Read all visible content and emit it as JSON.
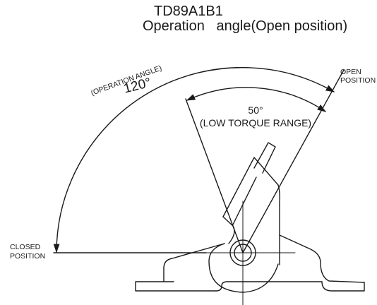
{
  "title": {
    "model": "TD89A1B1",
    "subtitle": "Operation   angle(Open position)"
  },
  "labels": {
    "open_line1": "OPEN",
    "open_line2": "POSITION",
    "closed_line1": "CLOSED",
    "closed_line2": "POSITION",
    "operation_angle_caption": "(OPERATION ANGLE)",
    "operation_angle_value": "120°",
    "low_torque_value": "50°",
    "low_torque_caption": "(LOW TORQUE RANGE)"
  },
  "angles": {
    "operation_angle_deg": 120,
    "low_torque_range_deg": 50
  }
}
